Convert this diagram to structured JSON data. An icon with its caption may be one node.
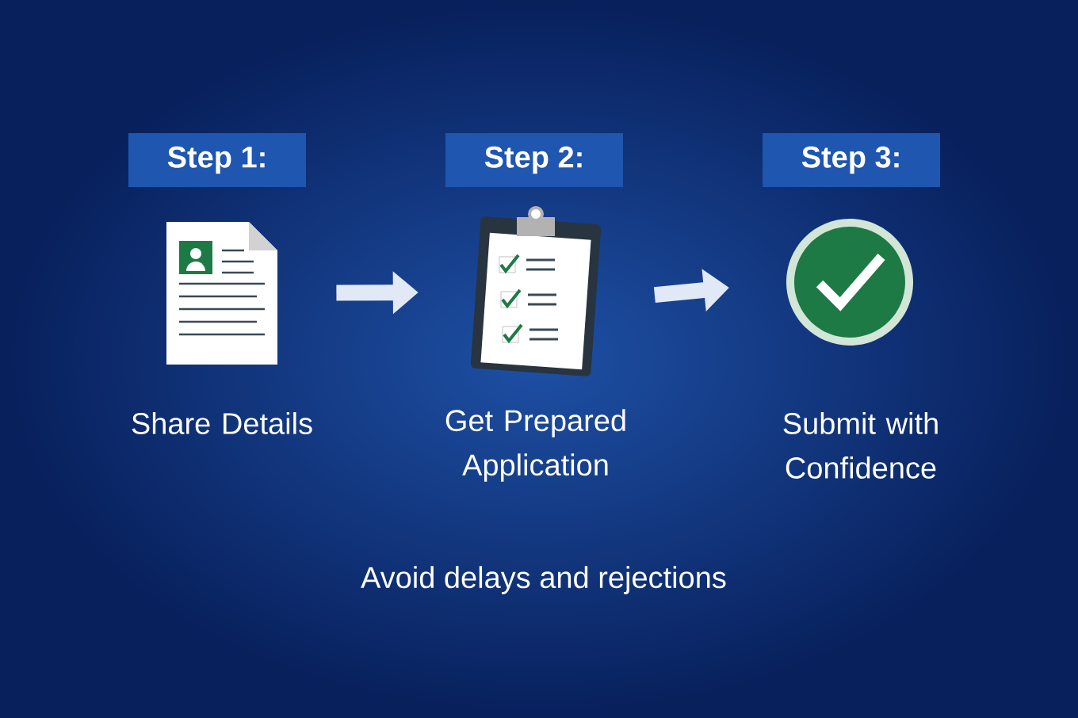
{
  "diagram": {
    "nodes": [
      {
        "text": [],
        "shape": "document",
        "beside": [
          "Step 1:",
          "Share Details"
        ]
      },
      {
        "text": [],
        "shape": "clipboard",
        "beside": [
          "Step 2:",
          "Get Prepared Application"
        ]
      },
      {
        "text": [],
        "shape": "circle",
        "beside": [
          "Step 3:",
          "Submit with Confidence"
        ]
      }
    ],
    "edges": [
      {
        "from": 0,
        "to": 1,
        "arrow": "to"
      },
      {
        "from": 1,
        "to": 2,
        "arrow": "to"
      }
    ],
    "labels": [
      "Avoid delays and rejections"
    ]
  }
}
